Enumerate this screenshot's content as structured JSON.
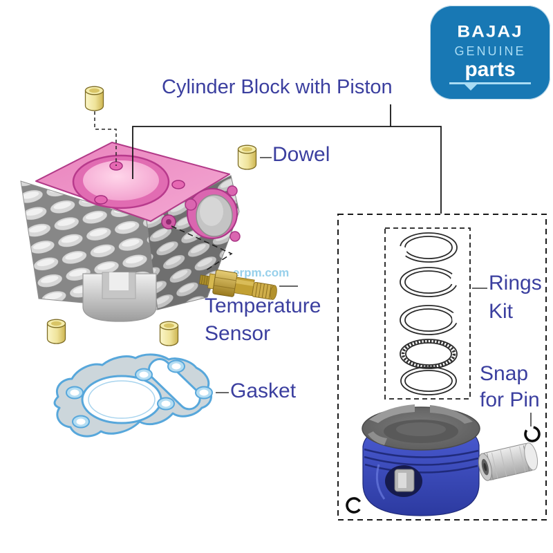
{
  "title": {
    "text": "Cylinder Block with Piston",
    "color": "#3b3f9f"
  },
  "badge": {
    "brand": "BAJAJ",
    "line1": "GENUINE",
    "line2": "parts",
    "bg_color": "#1878b4",
    "light_color": "#a9dcf4",
    "text_color": "#ffffff"
  },
  "labels": {
    "dowel": "Dowel",
    "temperature_line1": "Temperature",
    "temperature_line2": "Sensor",
    "gasket": "Gasket",
    "rings_line1": "Rings",
    "rings_line2": "Kit",
    "snap_line1": "Snap",
    "snap_line2": "for Pin"
  },
  "watermark": {
    "text": "erpm.com",
    "color": "#8ccbe9"
  },
  "icons": {
    "dowel": "yellow-cylinder",
    "cylinder_block": "finned-block-with-pink-deck",
    "temperature_sensor": "brass-thread-sensor",
    "gasket": "blue-outline-head-gasket",
    "rings_kit": "five-piston-rings",
    "piston": "blue-piston-gray-crown",
    "piston_pin": "steel-wrist-pin",
    "snap_ring": "black-c-clip"
  },
  "colors": {
    "label_blue": "#3b3f9f",
    "deck_pink": "#e77ab9",
    "dowel_yellow": "#efe39a",
    "brass": "#c3a136",
    "gasket_outline": "#57a7db",
    "piston_blue": "#3a4cc0",
    "line_black": "#161616"
  }
}
